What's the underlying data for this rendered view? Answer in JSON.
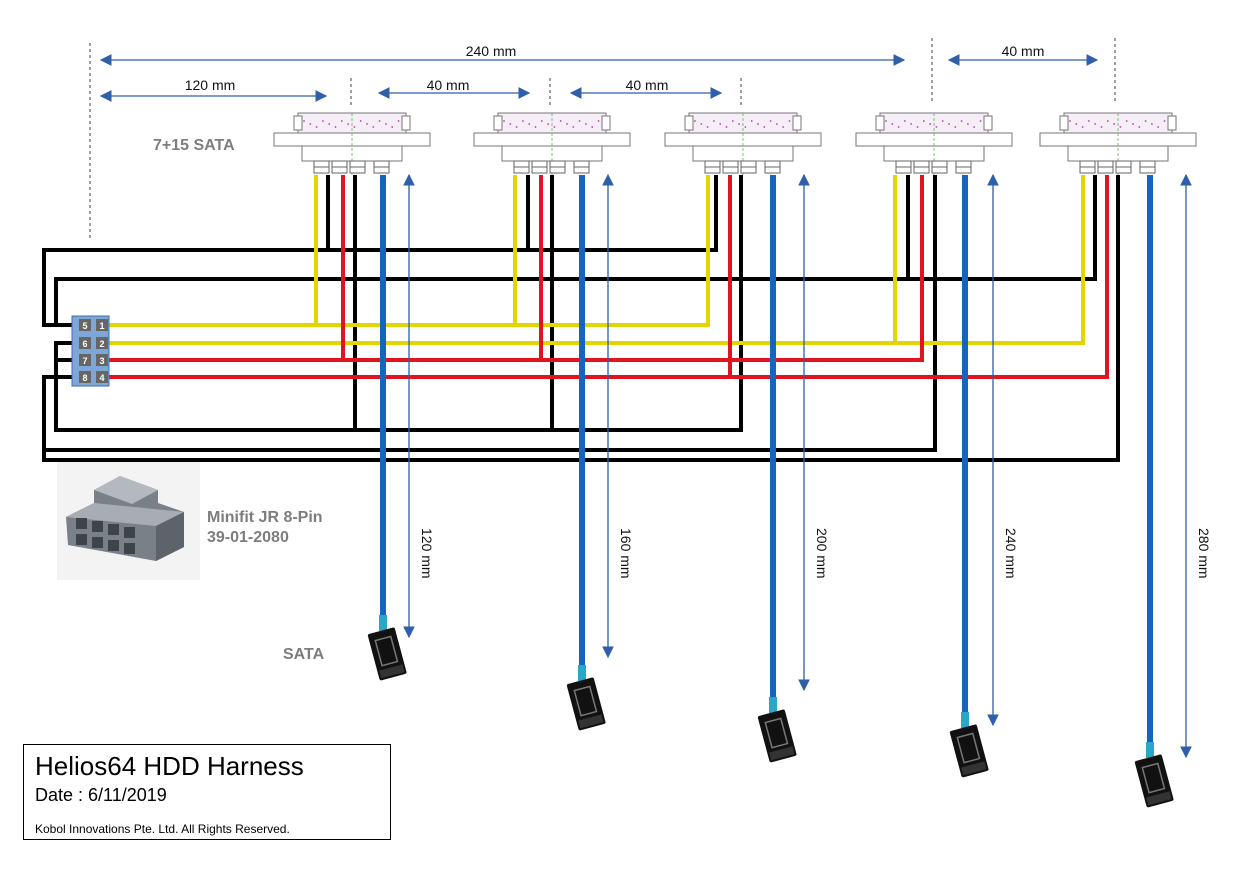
{
  "labels": {
    "sata_power": "7+15 SATA",
    "minifit_name": "Minifit JR 8-Pin",
    "minifit_part": "39-01-2080",
    "sata_data": "SATA"
  },
  "dimensions": {
    "overall": "240 mm",
    "first": "120 mm",
    "gap_a": "40 mm",
    "gap_b": "40 mm",
    "gap_c": "40 mm"
  },
  "cable_lengths": [
    "120 mm",
    "160 mm",
    "200 mm",
    "240 mm",
    "280 mm"
  ],
  "header_pins": {
    "left": [
      "5",
      "6",
      "7",
      "8"
    ],
    "right": [
      "1",
      "2",
      "3",
      "4"
    ]
  },
  "title_block": {
    "title": "Helios64 HDD Harness",
    "date": "Date : 6/11/2019",
    "copyright": "Kobol Innovations Pte. Ltd. All Rights Reserved."
  },
  "colors": {
    "yellow_wire": "#e3d500",
    "red_wire": "#e0141e",
    "black_wire": "#000000",
    "sata_blue": "#1565c0",
    "dim_arrow": "#2e5fa8",
    "header_fill": "#7ea7d8",
    "title_grey": "#7d7d7d"
  }
}
